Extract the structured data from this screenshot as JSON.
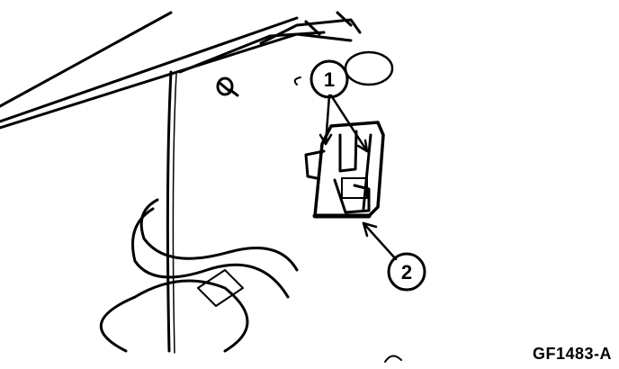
{
  "callouts": [
    {
      "number": "1"
    },
    {
      "number": "2"
    }
  ],
  "figure_id": "GF1483-A"
}
